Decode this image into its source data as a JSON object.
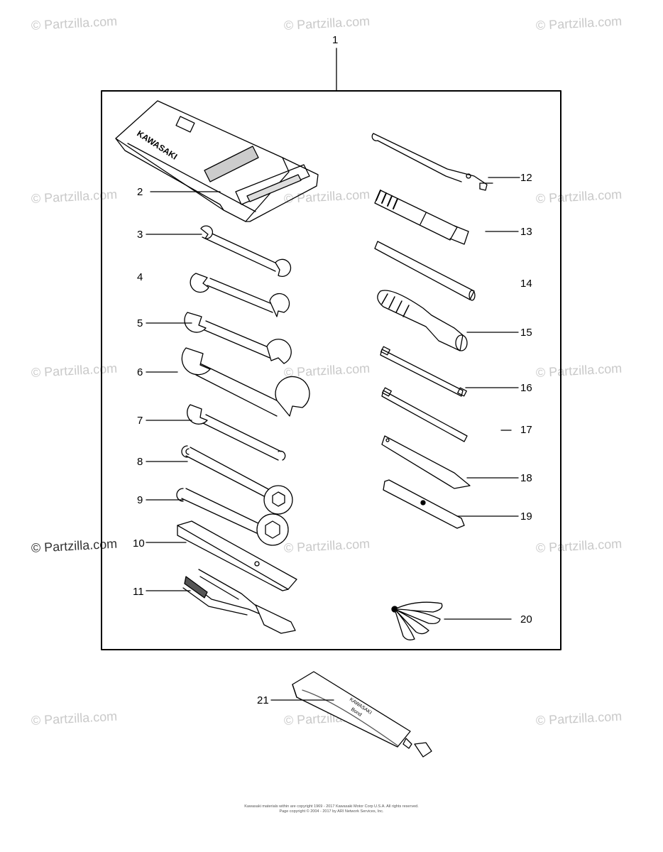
{
  "watermark": "© Partzilla.com",
  "callouts": [
    "1",
    "2",
    "3",
    "4",
    "5",
    "6",
    "7",
    "8",
    "9",
    "10",
    "11",
    "12",
    "13",
    "14",
    "15",
    "16",
    "17",
    "18",
    "19",
    "20",
    "21"
  ],
  "bag_brand": "KAWASAKI",
  "tube_brand": "KAWASAKI",
  "tube_label": "Bond",
  "footer": {
    "line1": "Kawasaki materials within are copyright 1969 - 2017 Kawasaki Motor Corp U.S.A.  All rights reserved.",
    "line2": "Page copyright © 2004 - 2017 by ARI Network Services, Inc."
  }
}
